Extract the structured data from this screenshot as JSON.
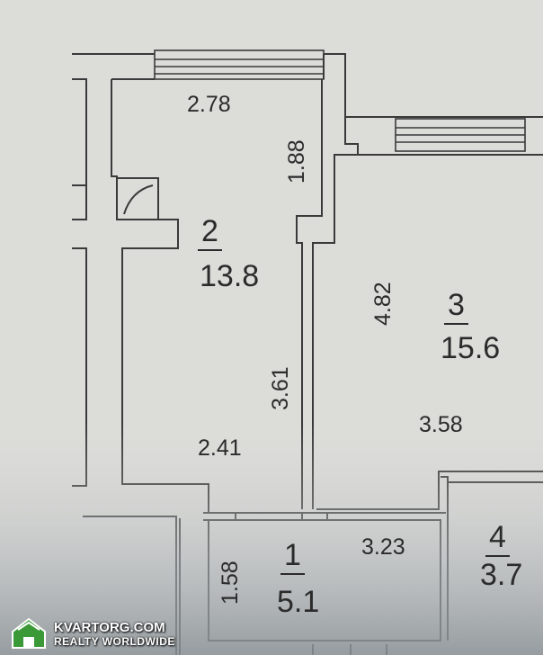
{
  "colors": {
    "paper": "#dcdcd9",
    "line": "#3a3a3a",
    "text": "#2b2b2b",
    "shadow": "#8e959a",
    "watermark_green": "#3b9a37"
  },
  "rooms": [
    {
      "number": "1",
      "area": "5.1"
    },
    {
      "number": "2",
      "area": "13.8"
    },
    {
      "number": "3",
      "area": "15.6"
    },
    {
      "number": "4",
      "area": "3.7"
    }
  ],
  "dimensions": {
    "room2_top": "2.78",
    "room2_right_upper": "1.88",
    "room2_right_lower": "3.61",
    "room2_bottom": "2.41",
    "room3_left": "4.82",
    "room3_bottom": "3.58",
    "room1_left": "1.58",
    "room1_top": "3.23"
  },
  "watermark": {
    "brand": "KVARTORG.COM",
    "tagline": "REALTY WORLDWIDE",
    "icon": "house-icon"
  }
}
